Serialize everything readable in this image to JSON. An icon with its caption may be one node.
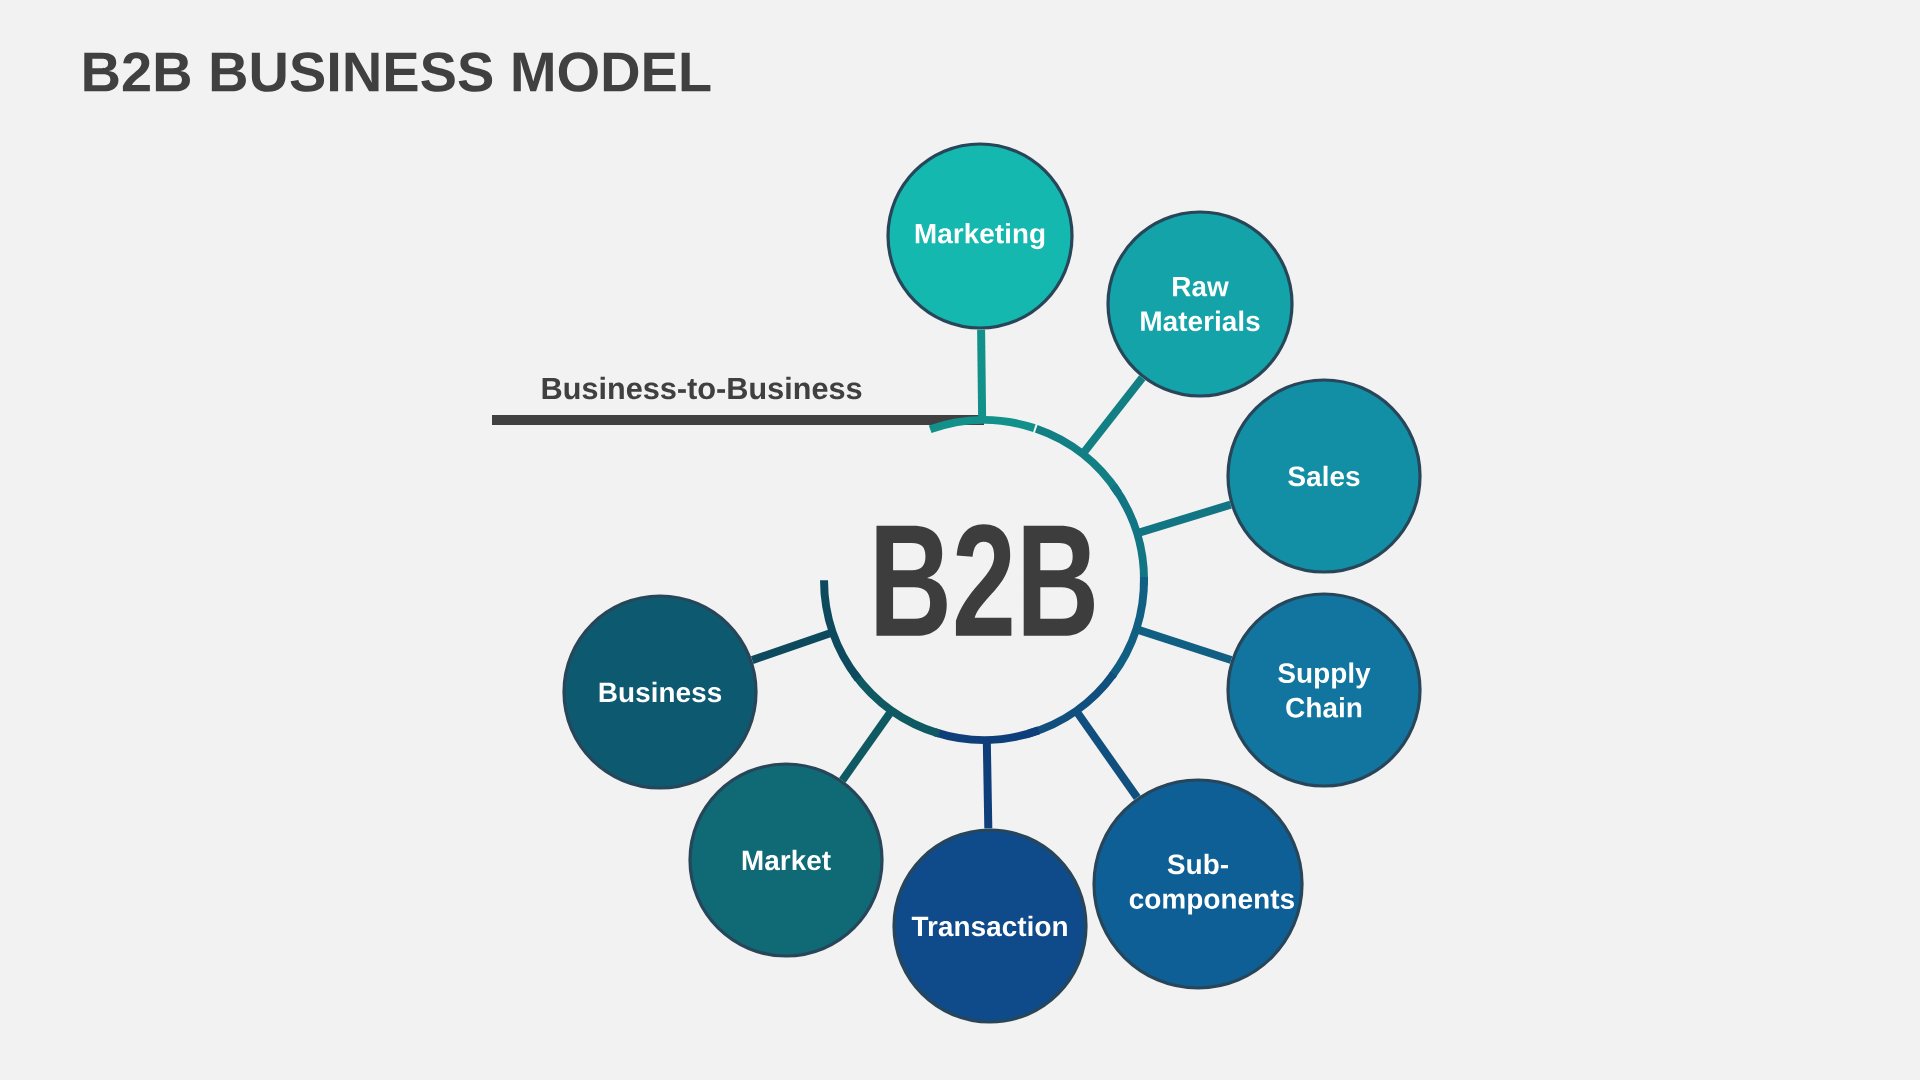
{
  "diagram": {
    "title": "B2B BUSINESS MODEL",
    "nodes": [
      {
        "text": [
          "B2B"
        ]
      },
      {
        "text": [
          "Marketing"
        ]
      },
      {
        "text": [
          "Raw Materials"
        ]
      },
      {
        "text": [
          "Sales"
        ]
      },
      {
        "text": [
          "Supply Chain"
        ]
      },
      {
        "text": [
          "Sub-components"
        ]
      },
      {
        "text": [
          "Transaction"
        ]
      },
      {
        "text": [
          "Market"
        ]
      },
      {
        "text": [
          "Business"
        ]
      }
    ],
    "edges": [
      {
        "from": 0,
        "to": 1,
        "arrow": "none",
        "color": "#12908a"
      },
      {
        "from": 0,
        "to": 2,
        "arrow": "none",
        "color": "#117f84"
      },
      {
        "from": 0,
        "to": 3,
        "arrow": "none",
        "color": "#117584"
      },
      {
        "from": 0,
        "to": 4,
        "arrow": "none",
        "color": "#115f82"
      },
      {
        "from": 0,
        "to": 5,
        "arrow": "none",
        "color": "#104f7e"
      },
      {
        "from": 0,
        "to": 6,
        "arrow": "none",
        "color": "#0f3f7a"
      },
      {
        "from": 0,
        "to": 7,
        "arrow": "none",
        "color": "#0f5a62"
      },
      {
        "from": 0,
        "to": 8,
        "arrow": "none",
        "color": "#0d4a5e"
      }
    ],
    "labels": [
      "Business-to-Business"
    ]
  }
}
